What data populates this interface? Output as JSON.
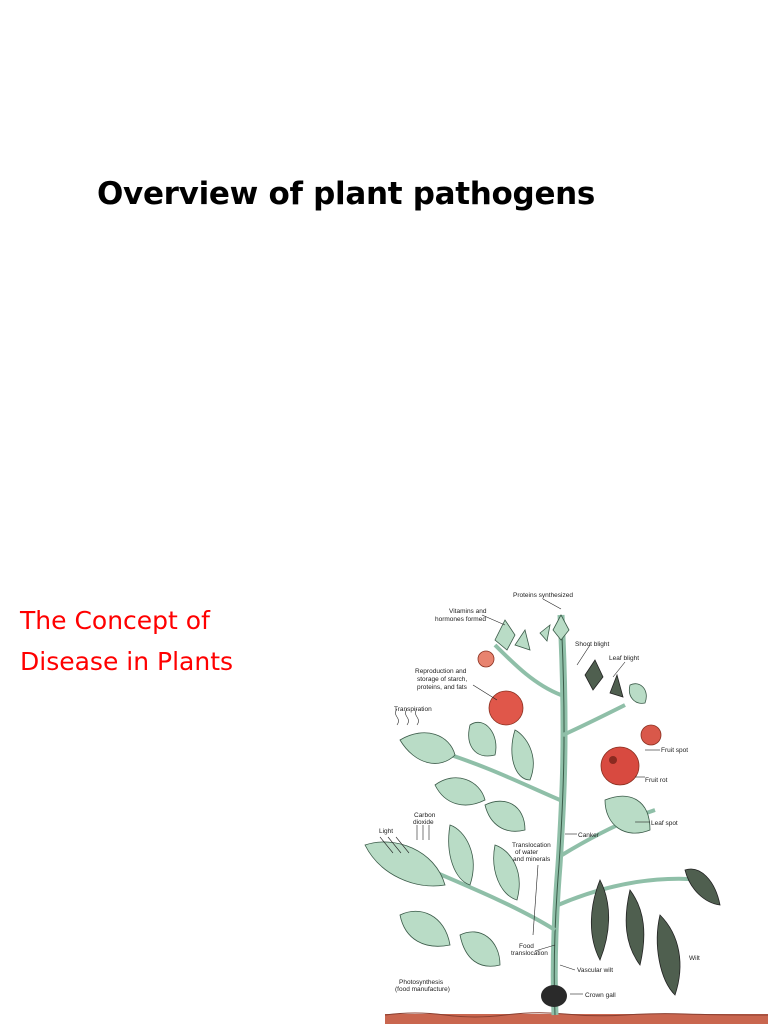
{
  "slide": {
    "title": "Overview of plant pathogens",
    "subtitle_lines": [
      "The Concept of",
      "Disease in Plants"
    ],
    "colors": {
      "title": "#000000",
      "subtitle": "#ff0000",
      "leaf": "#b9dcc6",
      "leaf_dark": "#3a4a3a",
      "fruit": "#e0574a",
      "soil": "#c9664f"
    }
  },
  "figure": {
    "labels": {
      "proteins": "Proteins synthesized",
      "vitamins_1": "Vitamins and",
      "vitamins_2": "hormones formed",
      "repro_1": "Reproduction and",
      "repro_2": "storage of starch,",
      "repro_3": "proteins, and fats",
      "transpiration": "Transpiration",
      "carbon_1": "Carbon",
      "carbon_2": "dioxide",
      "light": "Light",
      "translocation_1": "Translocation",
      "translocation_2": "of water",
      "translocation_3": "and minerals",
      "food_1": "Food",
      "food_2": "translocation",
      "photo_1": "Photosynthesis",
      "photo_2": "(food manufacture)",
      "shoot_blight": "Shoot blight",
      "leaf_blight": "Leaf blight",
      "fruit_spot": "Fruit spot",
      "fruit_rot": "Fruit rot",
      "leaf_spot": "Leaf spot",
      "canker": "Canker",
      "vascular_wilt": "Vascular wilt",
      "wilt": "Wilt",
      "crown_gall": "Crown gall"
    }
  }
}
